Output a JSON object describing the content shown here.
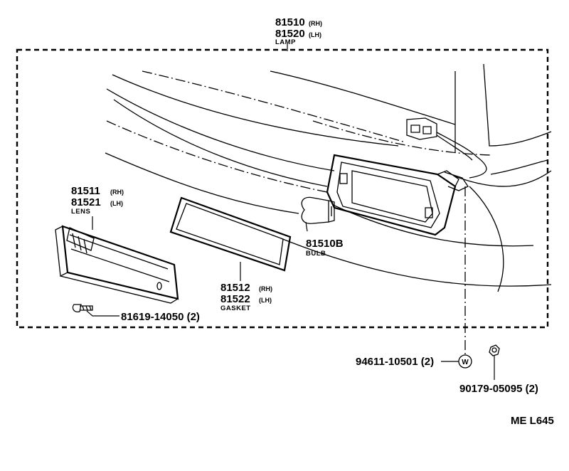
{
  "lamp": {
    "pn_rh": "81510",
    "sfx_rh": "(RH)",
    "pn_lh": "81520",
    "sfx_lh": "(LH)",
    "caption": "LAMP"
  },
  "lens": {
    "pn_rh": "81511",
    "sfx_rh": "(RH)",
    "pn_lh": "81521",
    "sfx_lh": "(LH)",
    "caption": "LENS"
  },
  "gasket": {
    "pn_rh": "81512",
    "sfx_rh": "(RH)",
    "pn_lh": "81522",
    "sfx_lh": "(LH)",
    "caption": "GASKET"
  },
  "bulb": {
    "pn": "81510B",
    "caption": "BULB"
  },
  "screw": {
    "label": "81619-14050 (2)"
  },
  "washer": {
    "label": "94611-10501 (2)",
    "symbol": "W"
  },
  "nut": {
    "label": "90179-05095 (2)"
  },
  "diagram_code": "ME L645"
}
